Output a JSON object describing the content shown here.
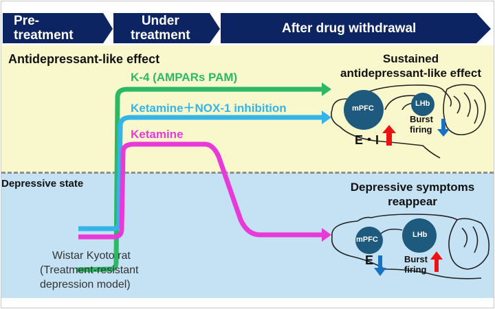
{
  "phases": [
    {
      "line1": "Pre-",
      "line2": "treatment"
    },
    {
      "line1": "Under",
      "line2": "treatment"
    },
    {
      "label": "After drug withdrawal"
    }
  ],
  "states": {
    "top": "Antidepressant-like effect",
    "bottom": "Depressive state"
  },
  "treatments": [
    {
      "label": "K-4 (AMPARs PAM)",
      "color": "#2db866"
    },
    {
      "label": "Ketamine＋NOX-1 inhibition",
      "color": "#35b4e8"
    },
    {
      "label": "Ketamine",
      "color": "#e83ad8"
    }
  ],
  "outcomes": {
    "sustained": {
      "line1": "Sustained",
      "line2": "antidepressant-like effect"
    },
    "reappear": {
      "line1": "Depressive symptoms",
      "line2": "reappear"
    }
  },
  "brain_top": {
    "region1": "mPFC",
    "region2": "LHb",
    "ei_label": "E・I",
    "ei_direction": "up",
    "burst_line1": "Burst",
    "burst_line2": "firing",
    "burst_direction": "down"
  },
  "brain_bottom": {
    "region1": "mPFC",
    "region2": "LHb",
    "ei_label": "E",
    "ei_direction": "down",
    "burst_line1": "Burst",
    "burst_line2": "firing",
    "burst_direction": "up"
  },
  "model": {
    "line1": "Wistar Kyoto rat",
    "line2": "(Treatment-resistant",
    "line3": "depression model)"
  },
  "colors": {
    "phase_bg": "#0c2461",
    "region_fill": "#1d5a7e",
    "up_arrow": "#ee1111",
    "down_arrow": "#1872c4"
  }
}
